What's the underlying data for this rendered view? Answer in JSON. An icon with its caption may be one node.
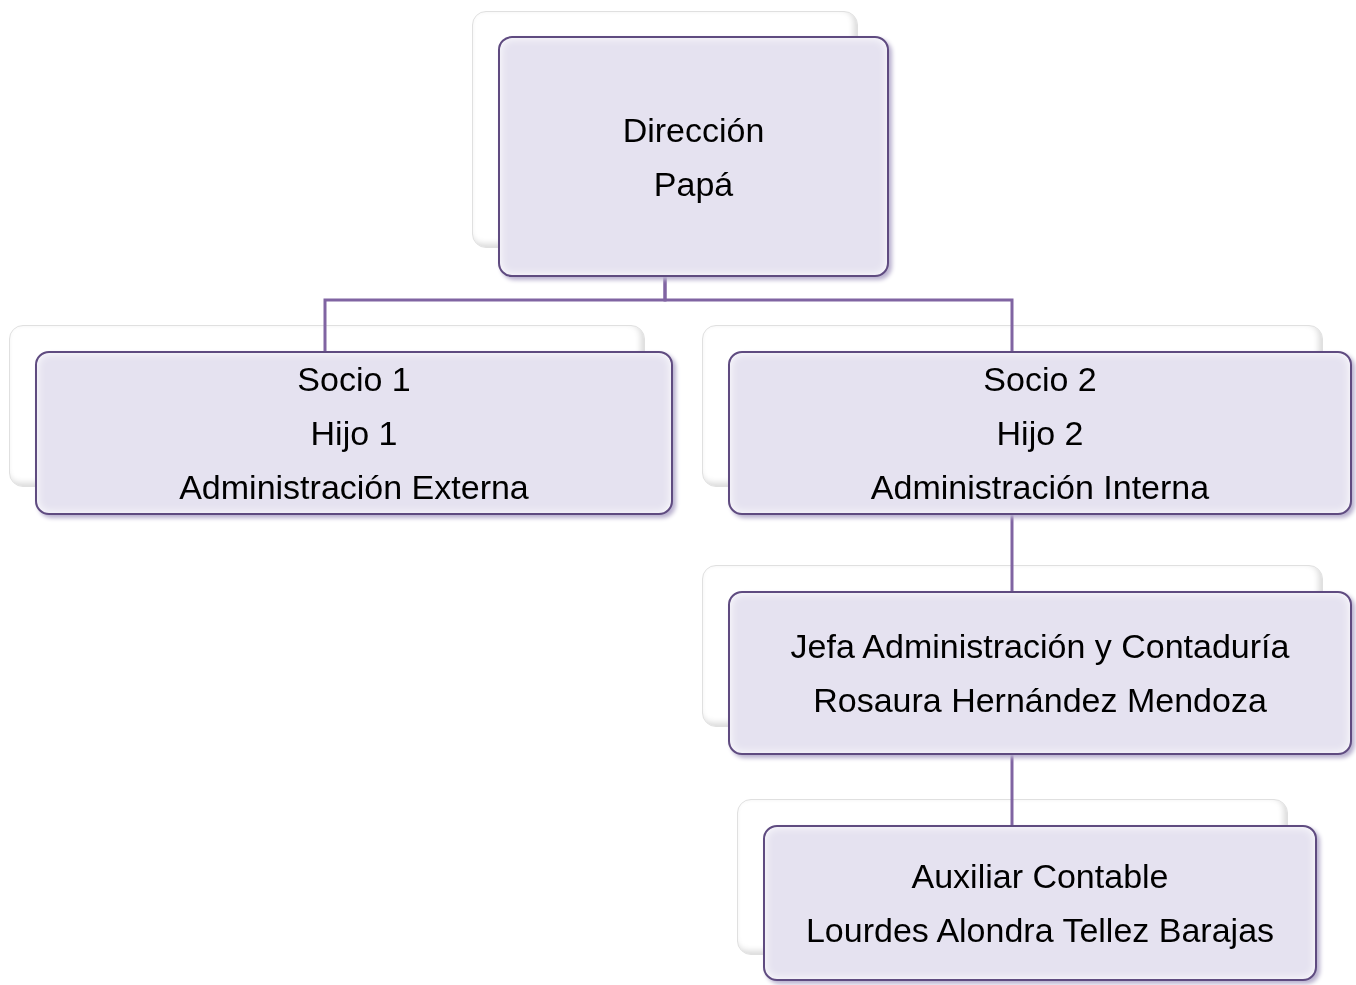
{
  "diagram": {
    "nodes": [
      {
        "text": [
          "Dirección",
          "Papá"
        ]
      },
      {
        "text": [
          "Socio 1",
          "Hijo 1",
          "Administración Externa"
        ]
      },
      {
        "text": [
          "Socio 2",
          "Hijo 2",
          "Administración Interna"
        ]
      },
      {
        "text": [
          "Jefa Administración y Contaduría",
          "Rosaura Hernández Mendoza"
        ]
      },
      {
        "text": [
          "Auxiliar Contable",
          "Lourdes Alondra Tellez Barajas"
        ]
      }
    ],
    "edges": [
      {
        "from": 0,
        "to": 1,
        "arrow": "none"
      },
      {
        "from": 0,
        "to": 2,
        "arrow": "none"
      },
      {
        "from": 2,
        "to": 3,
        "arrow": "none"
      },
      {
        "from": 3,
        "to": 4,
        "arrow": "none"
      }
    ]
  }
}
